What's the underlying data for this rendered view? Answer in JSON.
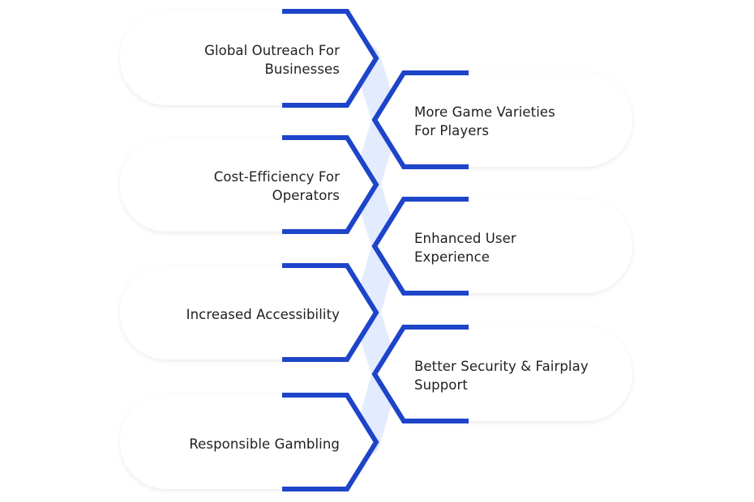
{
  "colors": {
    "accent": "#1d44c9",
    "connector": "#e3ebff",
    "card_fill": "#ffffff",
    "text": "#1f1f1f"
  },
  "items": [
    {
      "side": "left",
      "label": "Global Outreach For\nBusinesses"
    },
    {
      "side": "right",
      "label": "More Game Varieties\nFor Players"
    },
    {
      "side": "left",
      "label": "Cost-Efficiency For\nOperators"
    },
    {
      "side": "right",
      "label": "Enhanced User\nExperience"
    },
    {
      "side": "left",
      "label": "Increased Accessibility"
    },
    {
      "side": "right",
      "label": "Better Security & Fairplay\nSupport"
    },
    {
      "side": "left",
      "label": "Responsible Gambling"
    }
  ]
}
